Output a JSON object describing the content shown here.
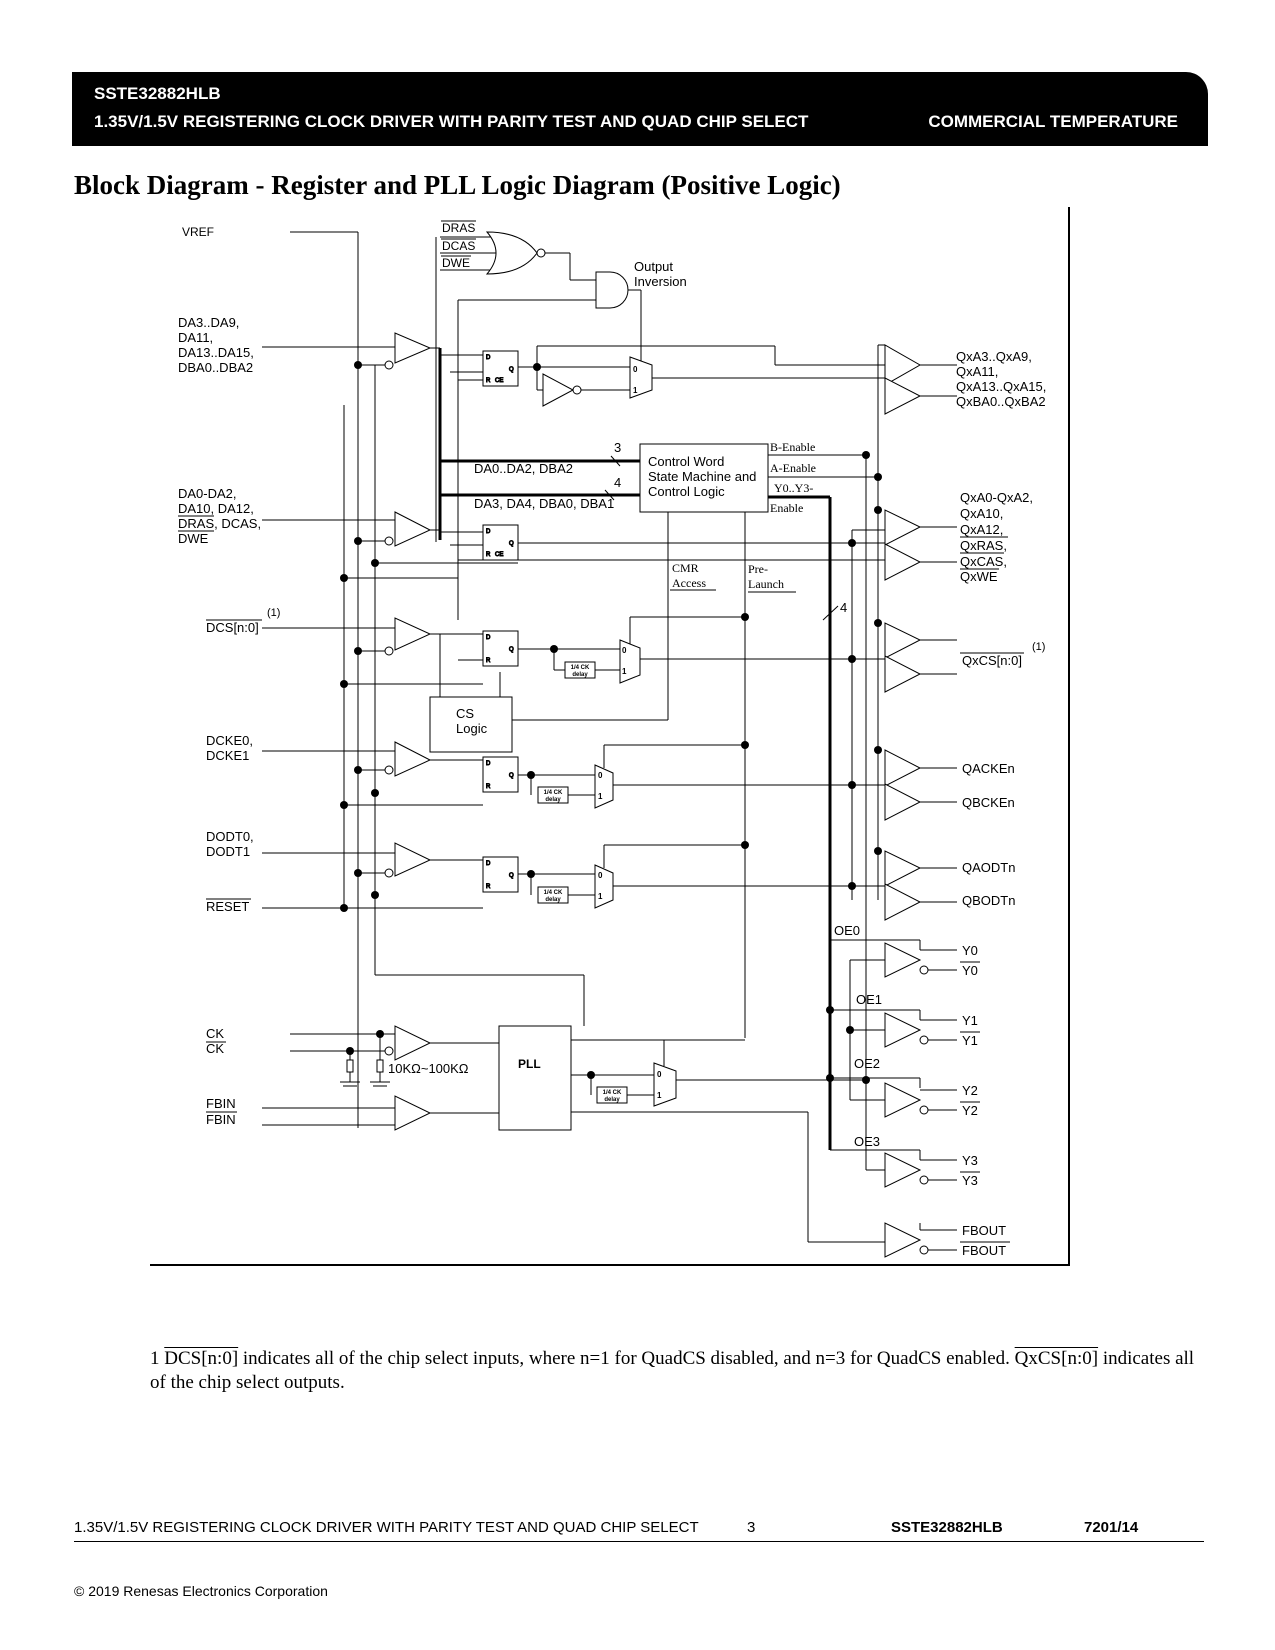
{
  "header": {
    "part_number": "SSTE32882HLB",
    "subtitle": "1.35V/1.5V REGISTERING CLOCK DRIVER WITH PARITY TEST AND QUAD CHIP SELECT",
    "temperature": "COMMERCIAL TEMPERATURE"
  },
  "title": "Block Diagram - Register and PLL Logic Diagram (Positive Logic)",
  "diagram": {
    "inputs": {
      "vref": "VREF",
      "da_group1": [
        "DA3..DA9,",
        "DA11,",
        "DA13..DA15,",
        "DBA0..DBA2"
      ],
      "da_group2": [
        "DA0-DA2,",
        "DA10, DA12,",
        "DRAS, DCAS,",
        "DWE"
      ],
      "dcs": "DCS[n:0]",
      "dcs_note": "(1)",
      "dcke": [
        "DCKE0,",
        "DCKE1"
      ],
      "dodt": [
        "DODT0,",
        "DODT1"
      ],
      "reset": "RESET",
      "ck": "CK",
      "ck_n": "CK",
      "fbin": "FBIN",
      "fbin_n": "FBIN"
    },
    "gate_inputs": [
      "DRAS",
      "DCAS",
      "DWE"
    ],
    "output_inversion": [
      "Output",
      "Inversion"
    ],
    "control_block": [
      "Control Word",
      "State Machine and",
      "Control Logic"
    ],
    "bus_labels": {
      "bus1": "DA0..DA2, DBA2",
      "bus1_width": "3",
      "bus2": "DA3, DA4, DBA0, DBA1",
      "bus2_width": "4",
      "bus3_width": "4"
    },
    "control_outputs": [
      "B-Enable",
      "A-Enable",
      "Y0..Y3-",
      "Enable"
    ],
    "cmr_access": [
      "CMR",
      "Access"
    ],
    "pre_launch": [
      "Pre-",
      "Launch"
    ],
    "cs_logic": [
      "CS",
      "Logic"
    ],
    "pll": "PLL",
    "resistor": "10KΩ~100KΩ",
    "delay_label": [
      "1/4 CK",
      "delay"
    ],
    "outputs": {
      "qa_group1": [
        "QxA3..QxA9,",
        "QxA11,",
        "QxA13..QxA15,",
        "QxBA0..QxBA2"
      ],
      "qa_group2": [
        "QxA0-QxA2,",
        "QxA10,",
        "QxA12,",
        "QxRAS,",
        "QxCAS,",
        "QxWE"
      ],
      "qcs": "QxCS[n:0]",
      "qcs_note": "(1)",
      "qacke": "QACKEn",
      "qbcke": "QBCKEn",
      "qaodt": "QAODTn",
      "qbodt": "QBODTn",
      "y": [
        "Y0",
        "Y0",
        "Y1",
        "Y1",
        "Y2",
        "Y2",
        "Y3",
        "Y3"
      ],
      "oe": [
        "OE0",
        "OE1",
        "OE2",
        "OE3"
      ],
      "fbout": "FBOUT",
      "fbout_n": "FBOUT"
    }
  },
  "footnote": {
    "number": "1",
    "sig1": "DCS[n:0]",
    "text1": " indicates all of the chip select inputs, where n=1 for QuadCS disabled, and n=3 for QuadCS enabled. ",
    "sig2": "QxCS[n:0]",
    "text2": " indicates all of the chip select outputs."
  },
  "footer": {
    "left": "1.35V/1.5V REGISTERING CLOCK DRIVER WITH PARITY TEST AND QUAD CHIP SELECT",
    "page": "3",
    "part": "SSTE32882HLB",
    "doc": "7201/14"
  },
  "copyright": "© 2019 Renesas Electronics Corporation"
}
